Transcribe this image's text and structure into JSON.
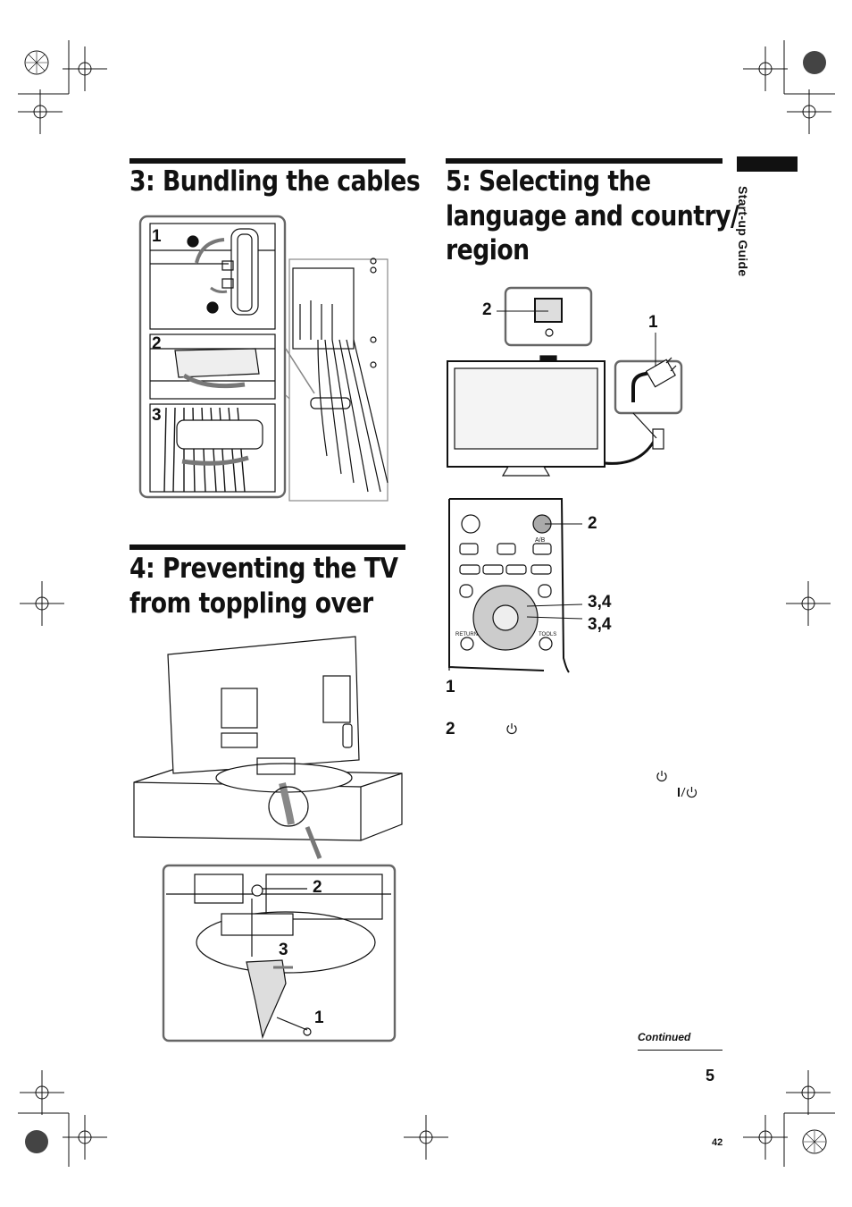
{
  "sections": {
    "bundling": {
      "title": "3: Bundling the cables",
      "callouts": [
        "1",
        "2",
        "3"
      ]
    },
    "toppling": {
      "title_line1": "4: Preventing the TV",
      "title_line2": "from toppling over",
      "callouts": [
        "2",
        "3",
        "1"
      ]
    },
    "language": {
      "title_line1": "5: Selecting the",
      "title_line2": "language and country/",
      "title_line3": "region",
      "tv_callouts": [
        "2",
        "1"
      ],
      "remote_callouts": [
        "2",
        "3,4",
        "3,4"
      ]
    }
  },
  "remote_labels": {
    "return": "RETURN",
    "tools": "TOOLS",
    "ab": "A/B"
  },
  "steps": [
    {
      "number": "1"
    },
    {
      "number": "2"
    }
  ],
  "icons": {
    "power": "power-icon",
    "standby": "standby-power-icon"
  },
  "sidebar": {
    "label": "Start-up Guide"
  },
  "footer": {
    "continued": "Continued",
    "page": "5",
    "sheet": "42"
  }
}
